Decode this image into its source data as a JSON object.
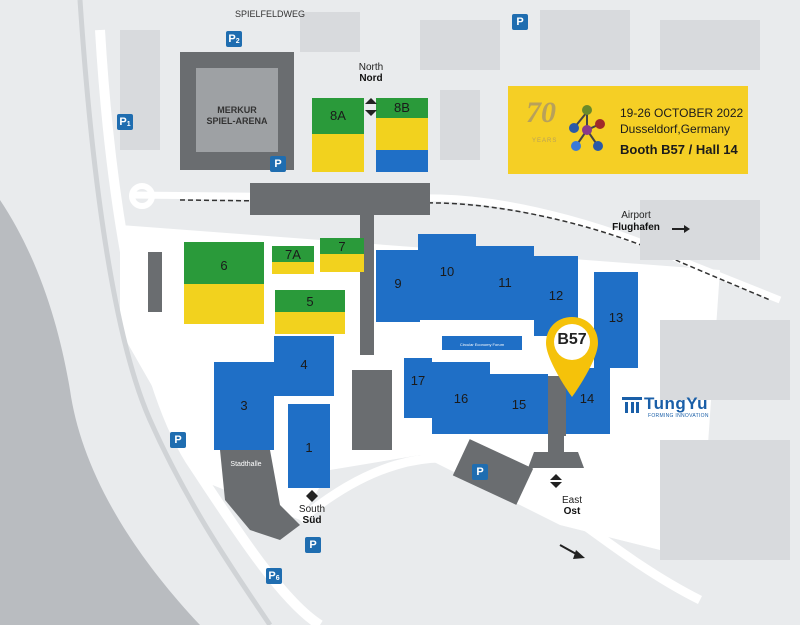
{
  "streets": {
    "top": "SPIELFELDWEG"
  },
  "arena": {
    "line1": "MERKUR",
    "line2": "SPIEL-ARENA"
  },
  "gates": {
    "north_en": "North",
    "north_de": "Nord",
    "south_en": "South",
    "south_de": "Süd",
    "east_en": "East",
    "east_de": "Ost"
  },
  "airport": {
    "en": "Airport",
    "de": "Flughafen"
  },
  "stadthalle": "Stadthalle",
  "forum": "Circular Economy Forum",
  "halls": {
    "h1": "1",
    "h3": "3",
    "h4": "4",
    "h5": "5",
    "h6": "6",
    "h7": "7",
    "h7a": "7A",
    "h8a": "8A",
    "h8b": "8B",
    "h9": "9",
    "h10": "10",
    "h11": "11",
    "h12": "12",
    "h13": "13",
    "h14": "14",
    "h15": "15",
    "h16": "16",
    "h17": "17"
  },
  "parking": {
    "p1": "P",
    "p1_sub": "1",
    "p2": "P",
    "p2_sub": "2",
    "p5": "P",
    "p6": "P",
    "p6_sub": "6",
    "p": "P"
  },
  "event": {
    "anniversary": "70",
    "anniversary_sub": "YEARS",
    "dates": "19-26 OCTOBER 2022",
    "location": "Dusseldorf,Germany",
    "booth": "Booth B57 / Hall 14"
  },
  "booth_pin": {
    "label": "B57"
  },
  "company": {
    "name": "TungYu",
    "tagline": "FORMING INNOVATION"
  },
  "colors": {
    "hall_blue": "#1f6fc6",
    "hall_green": "#2a9a3a",
    "hall_yellow": "#f2d21e",
    "pin_yellow": "#f5c20a",
    "brand_blue": "#1a5fa8"
  }
}
